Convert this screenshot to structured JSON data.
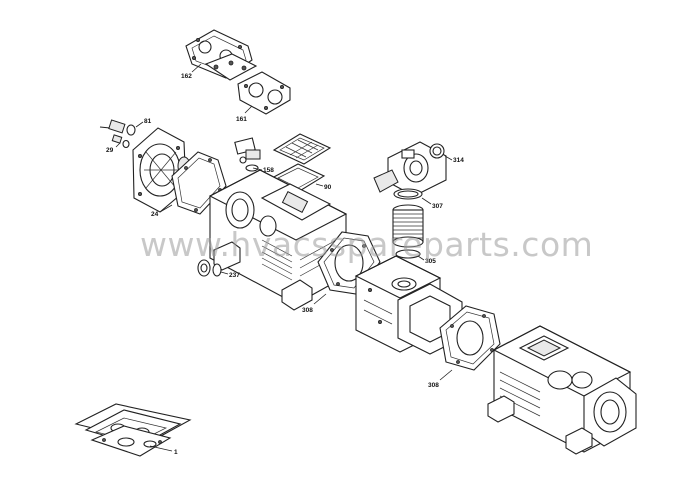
{
  "watermark": "www.hvacsspareparts.com",
  "part_labels": {
    "p162": "162",
    "p161": "161",
    "p81": "81",
    "p29": "29",
    "p24": "24",
    "p158": "158",
    "p90": "90",
    "p314": "314",
    "p307": "307",
    "p305": "305",
    "p237": "237",
    "p308a": "308",
    "p308b": "308",
    "p1": "1"
  }
}
